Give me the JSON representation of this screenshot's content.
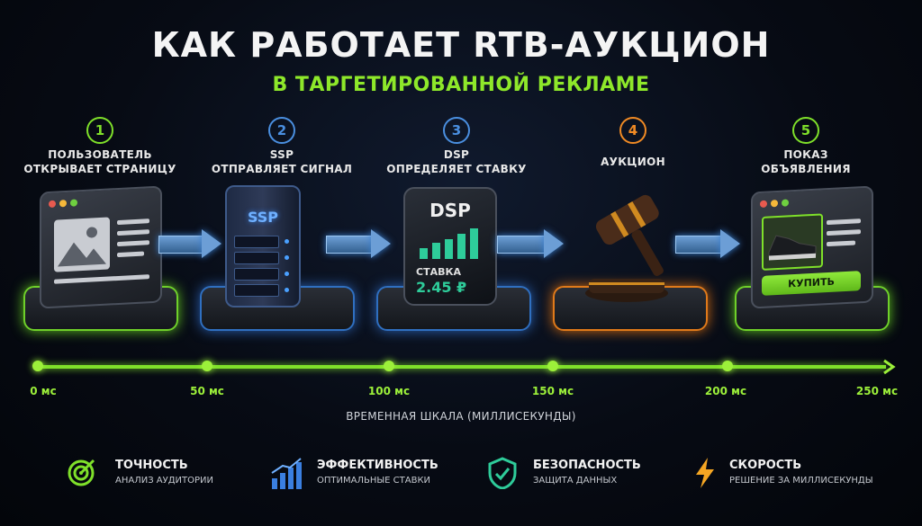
{
  "title": "КАК РАБОТАЕТ RTB-АУКЦИОН",
  "subtitle": "В ТАРГЕТИРОВАННОЙ РЕКЛАМЕ",
  "steps": [
    {
      "num": "1",
      "line1": "ПОЛЬЗОВАТЕЛЬ",
      "line2": "ОТКРЫВАЕТ СТРАНИЦУ",
      "color": "#7fe02a"
    },
    {
      "num": "2",
      "line1": "SSP",
      "line2": "ОТПРАВЛЯЕТ СИГНАЛ",
      "color": "#4a8fe0"
    },
    {
      "num": "3",
      "line1": "DSP",
      "line2": "ОПРЕДЕЛЯЕТ СТАВКУ",
      "color": "#4a8fe0"
    },
    {
      "num": "4",
      "line1": "АУКЦИОН",
      "line2": "",
      "color": "#f08a24"
    },
    {
      "num": "5",
      "line1": "ПОКАЗ",
      "line2": "ОБЪЯВЛЕНИЯ",
      "color": "#7fe02a"
    }
  ],
  "ssp_label": "SSP",
  "dsp": {
    "label": "DSP",
    "bid_label": "СТАВКА",
    "bid_value": "2.45 ₽"
  },
  "buy_button": "КУПИТЬ",
  "timeline": {
    "ticks": [
      "0 мс",
      "50 мс",
      "100 мс",
      "150 мс",
      "200 мс",
      "250 мс"
    ],
    "caption": "ВРЕМЕННАЯ ШКАЛА (МИЛЛИСЕКУНДЫ)"
  },
  "features": [
    {
      "title": "ТОЧНОСТЬ",
      "sub": "АНАЛИЗ АУДИТОРИИ",
      "icon": "target-icon",
      "color": "#7fe02a"
    },
    {
      "title": "ЭФФЕКТИВНОСТЬ",
      "sub": "ОПТИМАЛЬНЫЕ СТАВКИ",
      "icon": "bar-chart-icon",
      "color": "#3a7fe0"
    },
    {
      "title": "БЕЗОПАСНОСТЬ",
      "sub": "ЗАЩИТА ДАННЫХ",
      "icon": "shield-check-icon",
      "color": "#2ecc9a"
    },
    {
      "title": "СКОРОСТЬ",
      "sub": "РЕШЕНИЕ ЗА МИЛЛИСЕКУНДЫ",
      "icon": "lightning-icon",
      "color": "#f5a623"
    }
  ]
}
